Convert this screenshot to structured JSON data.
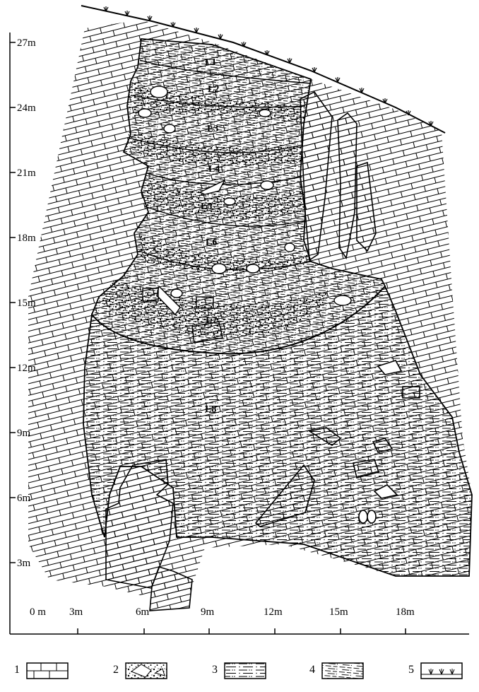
{
  "y_axis": {
    "ticks": [
      "27m",
      "24m",
      "21m",
      "18m",
      "15m",
      "12m",
      "9m",
      "6m",
      "3m"
    ]
  },
  "x_axis": {
    "ticks": [
      "0 m",
      "3m",
      "6m",
      "9m",
      "12m",
      "15m",
      "18m"
    ]
  },
  "layers": [
    "L1",
    "L2",
    "L3",
    "L4",
    "L5",
    "L6",
    "L7",
    "L8"
  ],
  "legend": [
    "1",
    "2",
    "3",
    "4",
    "5"
  ],
  "colors": {
    "ink": "#000000",
    "paper": "#ffffff"
  }
}
